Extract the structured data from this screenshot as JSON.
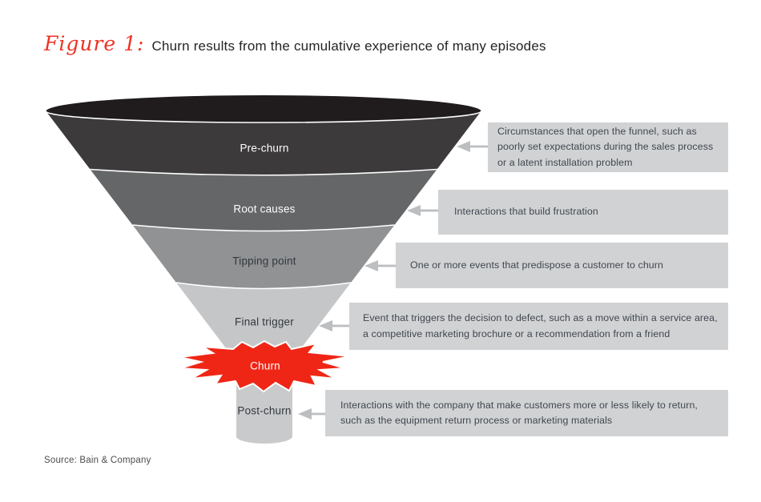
{
  "figure": {
    "label": "Figure 1:",
    "title": "Churn results from the cumulative experience of many episodes",
    "source": "Source: Bain & Company"
  },
  "colors": {
    "accent_red": "#ee3124",
    "funnel_top": "#201c1d",
    "callout_bg": "#d1d2d4",
    "callout_text": "#3f474f",
    "arrow": "#bcbec0",
    "separator": "#ffffff"
  },
  "funnel": {
    "stages": [
      {
        "label": "Pre-churn",
        "band_color": "#3d3a3b",
        "label_color": "#ffffff",
        "callout": "Circumstances that open the funnel, such as poorly set expectations during the sales process or a latent installation problem"
      },
      {
        "label": "Root causes",
        "band_color": "#656668",
        "label_color": "#ffffff",
        "callout": "Interactions that build frustration"
      },
      {
        "label": "Tipping point",
        "band_color": "#909294",
        "label_color": "#32383e",
        "callout": "One or more events that predispose a customer to churn"
      },
      {
        "label": "Final trigger",
        "band_color": "#c5c6c8",
        "label_color": "#32383e",
        "callout": "Event that triggers the decision to defect, such as a move within a service area, a competitive marketing brochure or a recommendation from a friend"
      },
      {
        "label": "Churn",
        "band_color": "#ef2616",
        "label_color": "#ffffff",
        "callout": ""
      },
      {
        "label": "Post-churn",
        "band_color": "#c9cacc",
        "label_color": "#32383e",
        "callout": "Interactions with the company that make customers more or less likely to return, such as the equipment return process or marketing materials"
      }
    ]
  }
}
